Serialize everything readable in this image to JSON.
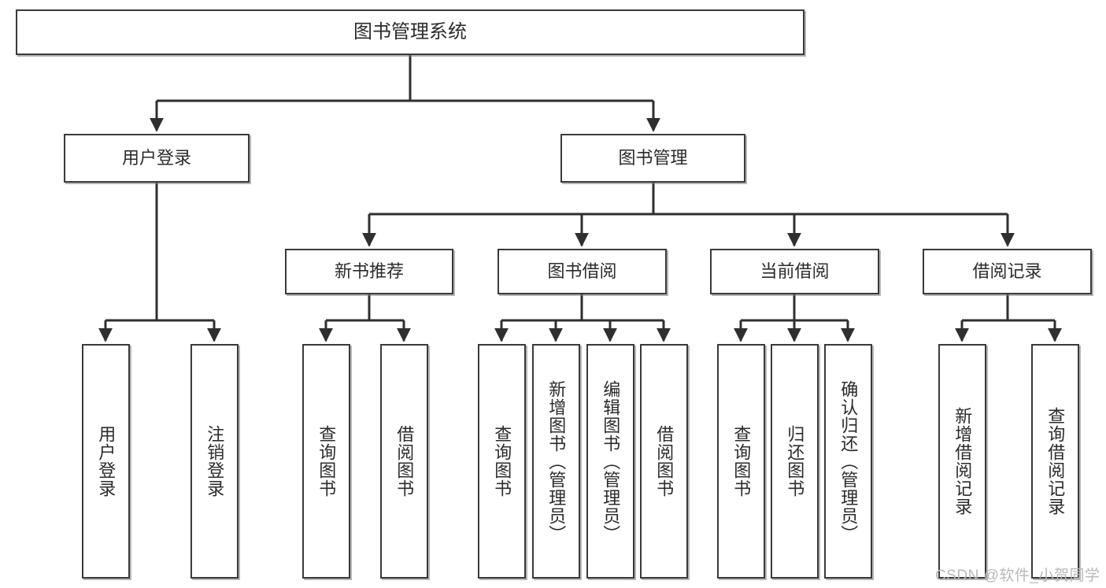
{
  "diagram": {
    "type": "tree",
    "title": "图书管理系统",
    "root": {
      "label": "图书管理系统"
    },
    "level1": [
      {
        "label": "用户登录"
      },
      {
        "label": "图书管理"
      }
    ],
    "level2": [
      {
        "label": "新书推荐"
      },
      {
        "label": "图书借阅"
      },
      {
        "label": "当前借阅"
      },
      {
        "label": "借阅记录"
      }
    ],
    "leaves": {
      "user_login": [
        {
          "label": "用户登录"
        },
        {
          "label": "注销登录"
        }
      ],
      "new_book_recommend": [
        {
          "label": "查询图书"
        },
        {
          "label": "借阅图书"
        }
      ],
      "book_borrow": [
        {
          "label": "查询图书"
        },
        {
          "label": "新增图书（管理员）"
        },
        {
          "label": "编辑图书（管理员）"
        },
        {
          "label": "借阅图书"
        }
      ],
      "current_borrow": [
        {
          "label": "查询图书"
        },
        {
          "label": "归还图书"
        },
        {
          "label": "确认归还（管理员）"
        }
      ],
      "borrow_record": [
        {
          "label": "新增借阅记录"
        },
        {
          "label": "查询借阅记录"
        }
      ]
    }
  },
  "watermark": {
    "text": "CSDN @软件_小贺同学"
  },
  "colors": {
    "background": "#ffffff",
    "node_border": "#3a3a3a",
    "node_fill": "#ffffff",
    "edge": "#2f2f2f",
    "text": "#2b2b2b",
    "watermark": "#b9b9b9"
  }
}
